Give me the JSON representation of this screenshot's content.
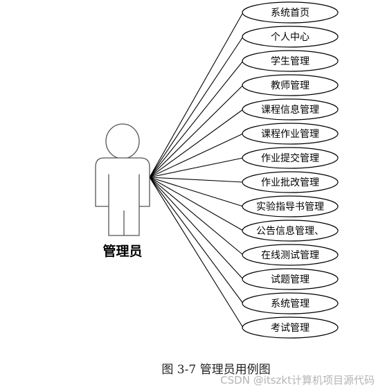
{
  "actor": {
    "label": "管理员"
  },
  "use_cases": [
    "系统首页",
    "个人中心",
    "学生管理",
    "教师管理",
    "课程信息管理",
    "课程作业管理",
    "作业提交管理",
    "作业批改管理",
    "实验指导书管理",
    "公告信息管理、",
    "在线测试管理",
    "试题管理",
    "系统管理",
    "考试管理"
  ],
  "caption": "图 3-7 管理员用例图",
  "watermark": "CSDN @itszkt计算机项目源代码",
  "colors": {
    "stroke": "#000000",
    "actor_stroke": "#555555",
    "background": "#ffffff",
    "watermark": "#b4b4b4"
  }
}
